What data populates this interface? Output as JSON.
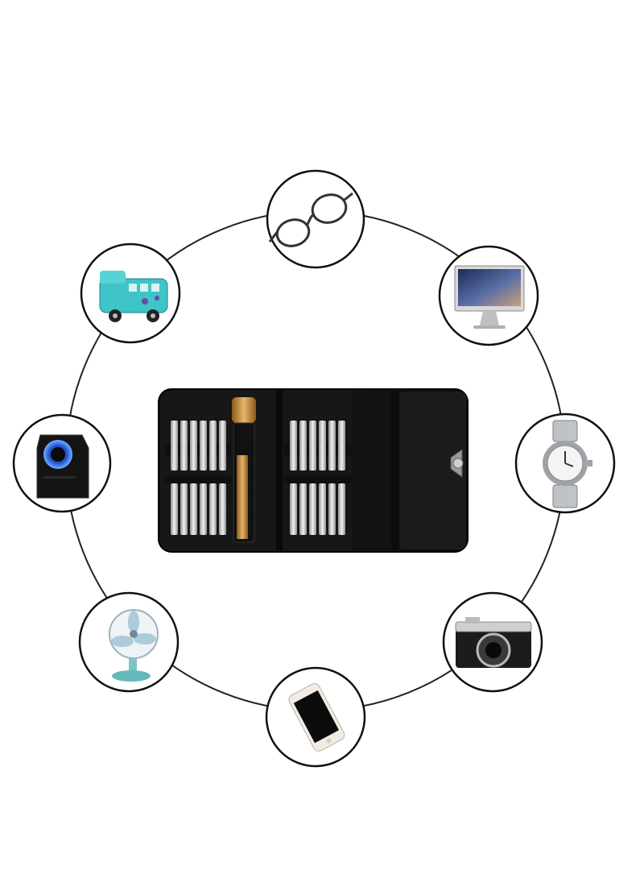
{
  "scene": {
    "subject": "precision-screwdriver-set-case",
    "applications": [
      {
        "id": "eyeglasses",
        "icon": "eyeglasses-icon"
      },
      {
        "id": "computer-monitor",
        "icon": "monitor-icon"
      },
      {
        "id": "wristwatch",
        "icon": "watch-icon"
      },
      {
        "id": "camera",
        "icon": "camera-icon"
      },
      {
        "id": "smartphone",
        "icon": "phone-icon"
      },
      {
        "id": "desk-fan",
        "icon": "fan-icon"
      },
      {
        "id": "speaker",
        "icon": "speaker-icon"
      },
      {
        "id": "toy-bus",
        "icon": "toy-bus-icon"
      }
    ]
  },
  "colors": {
    "ring": "#222222",
    "case": "#151515",
    "handle_gold": "#c8903a",
    "steel": "#c9cacc",
    "toy_teal": "#3fc4c8"
  }
}
